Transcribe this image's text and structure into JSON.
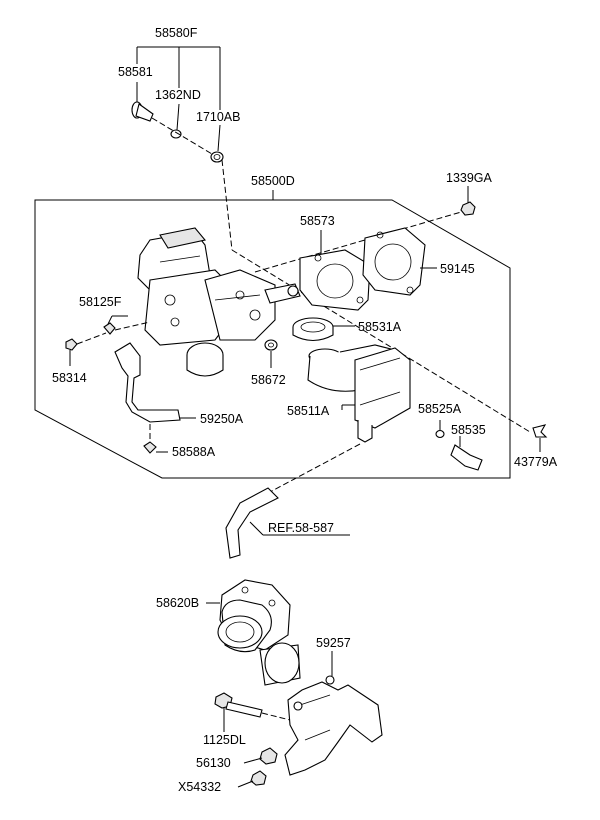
{
  "labels": {
    "l_58580F": "58580F",
    "l_58581": "58581",
    "l_1362ND": "1362ND",
    "l_1710AB": "1710AB",
    "l_58500D": "58500D",
    "l_1339GA": "1339GA",
    "l_58573": "58573",
    "l_59145": "59145",
    "l_58125F": "58125F",
    "l_58531A": "58531A",
    "l_58314": "58314",
    "l_58672": "58672",
    "l_59250A": "59250A",
    "l_58511A": "58511A",
    "l_58525A": "58525A",
    "l_58535": "58535",
    "l_58588A": "58588A",
    "l_43779A": "43779A",
    "l_ref": "REF.58-587",
    "l_58620B": "58620B",
    "l_59257": "59257",
    "l_1125DL": "1125DL",
    "l_56130": "56130",
    "l_X54332": "X54332"
  }
}
